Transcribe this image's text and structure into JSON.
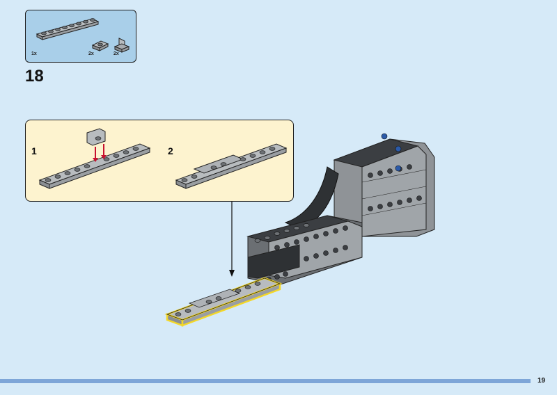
{
  "parts_list": {
    "items": [
      {
        "name": "plate-1x8-light-gray",
        "qty": "1x"
      },
      {
        "name": "plate-1x1-with-clip-light-gray",
        "qty": "2x"
      },
      {
        "name": "bracket-1x1-light-gray",
        "qty": "2x"
      }
    ]
  },
  "step": {
    "number": "18"
  },
  "sub_steps": [
    {
      "label": "1"
    },
    {
      "label": "2"
    }
  ],
  "colors": {
    "background": "#d6eaf8",
    "parts_box": "#a9cfe9",
    "sub_panel": "#fdf3cf",
    "brick_light": "#a0a5a9",
    "brick_dark": "#3b3e42",
    "highlight": "#f3d728",
    "arrow_red": "#c8102e"
  },
  "page": {
    "number": "19"
  }
}
